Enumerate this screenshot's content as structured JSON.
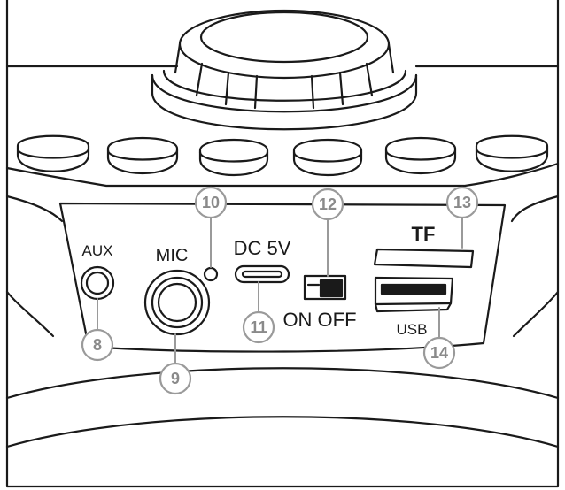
{
  "labels": {
    "aux": "AUX",
    "mic": "MIC",
    "dc": "DC 5V",
    "switch": "ON OFF",
    "tf": "TF",
    "usb": "USB"
  },
  "callouts": {
    "n8": "8",
    "n9": "9",
    "n10": "10",
    "n11": "11",
    "n12": "12",
    "n13": "13",
    "n14": "14"
  },
  "colors": {
    "line": "#1a1a1a",
    "callout": "#9a9a9a"
  }
}
